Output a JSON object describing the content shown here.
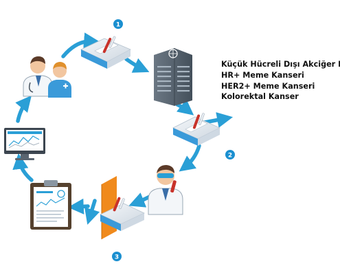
{
  "steps": {
    "one": "1",
    "two": "2",
    "three": "3"
  },
  "cancer_types": [
    "Küçük Hücreli Dışı Akciğer Kanseri",
    "HR+ Meme Kanseri",
    "HER2+ Meme Kanseri",
    "Kolorektal Kanser"
  ],
  "colors": {
    "arrow": "#2a9fd6",
    "badge": "#1a8fd0",
    "building": "#55626e",
    "panel": "#f08a1c",
    "device_top": "#e8eef4",
    "device_base": "#3a9ad9",
    "tube": "#c8322a",
    "text": "#111111"
  },
  "icons": [
    "doctors-icon",
    "test-device-icon",
    "building-icon",
    "scientist-icon",
    "monitor-icon",
    "clipboard-icon"
  ]
}
